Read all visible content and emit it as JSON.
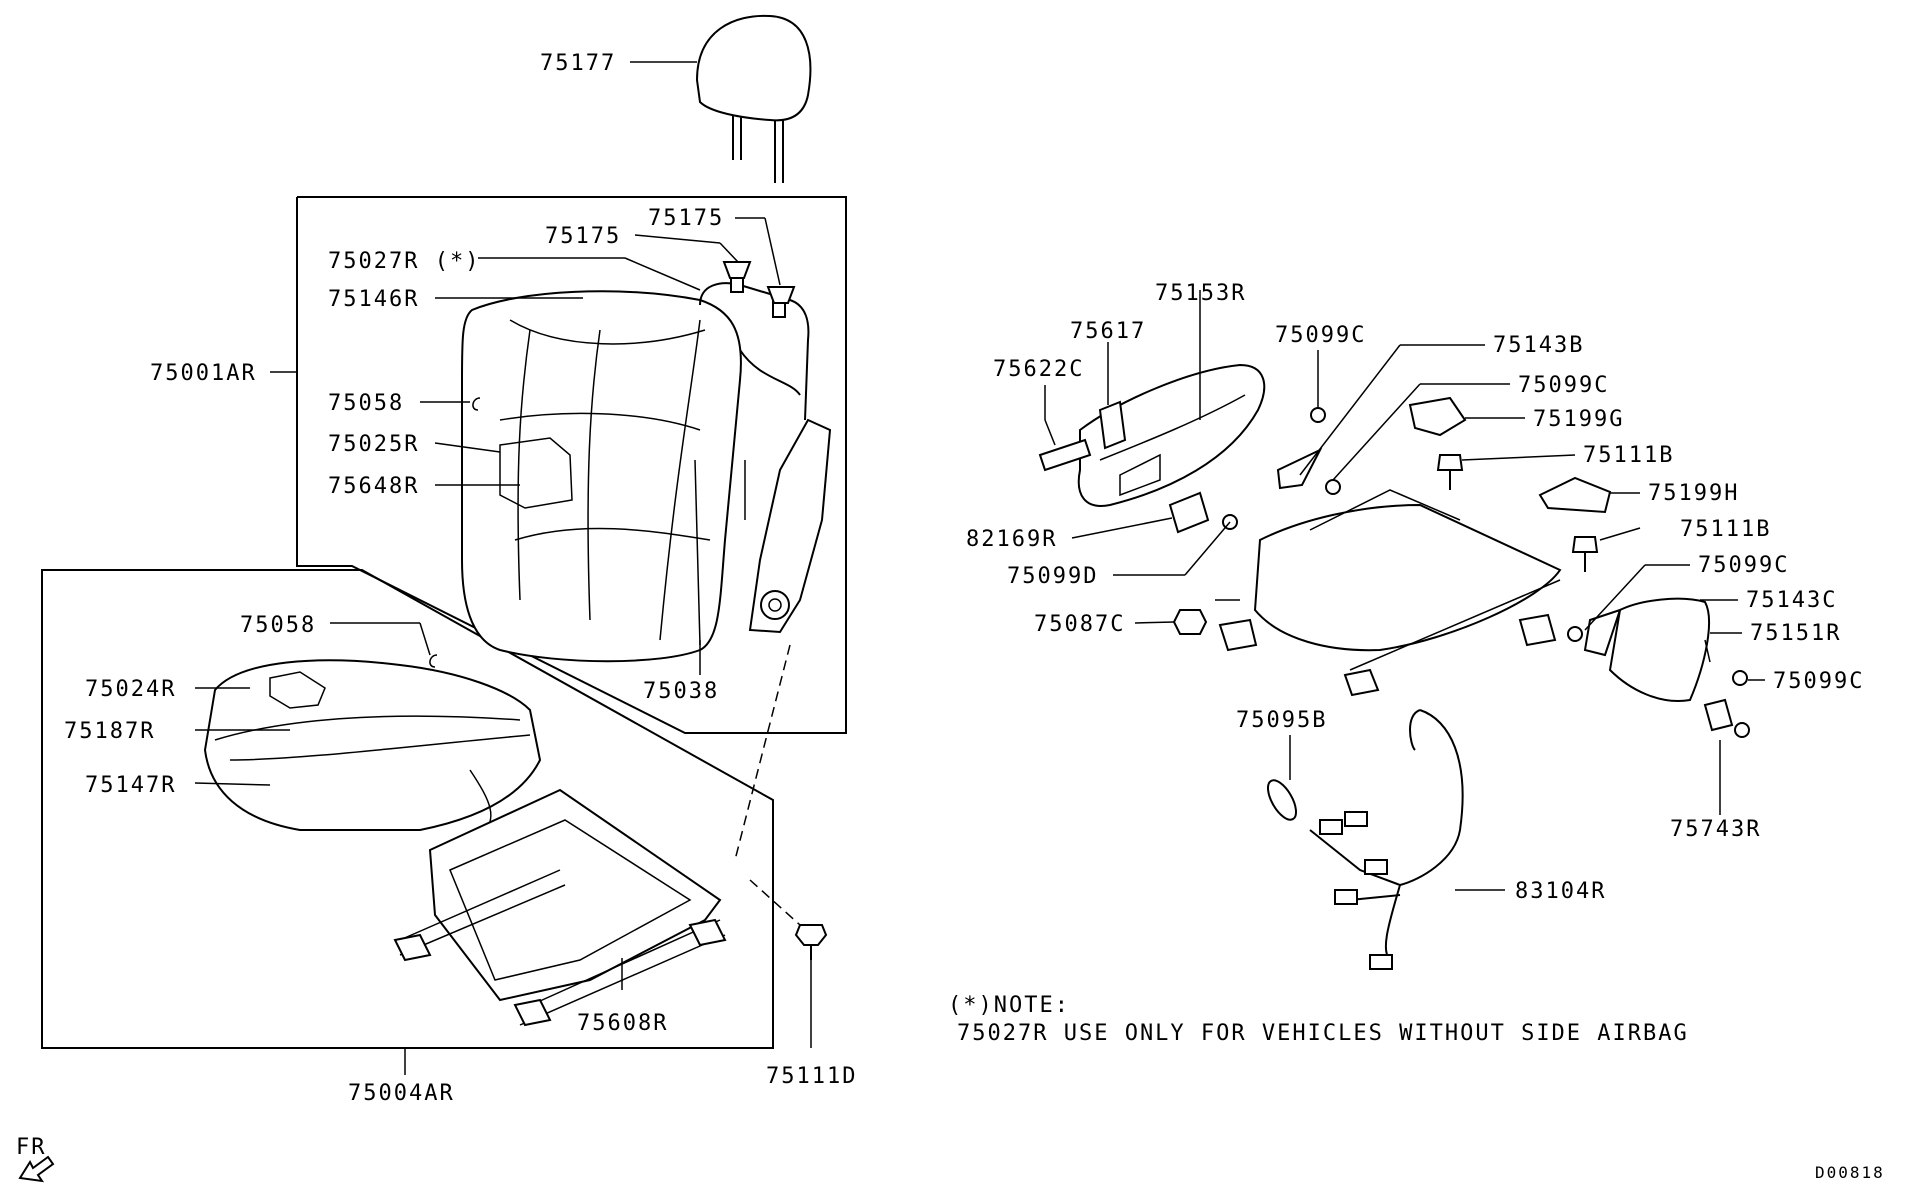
{
  "diagram_code": "D00818",
  "orientation": {
    "label": "FR"
  },
  "assemblies": {
    "seatback": {
      "label": "75001AR"
    },
    "seat_cushion": {
      "label": "75004AR"
    }
  },
  "callouts": [
    {
      "id": "c1",
      "label": "75177"
    },
    {
      "id": "c2",
      "label": "75175"
    },
    {
      "id": "c3",
      "label": "75175"
    },
    {
      "id": "c4",
      "label": "75027R (*)"
    },
    {
      "id": "c5",
      "label": "75146R"
    },
    {
      "id": "c6",
      "label": "75058"
    },
    {
      "id": "c7",
      "label": "75025R"
    },
    {
      "id": "c8",
      "label": "75648R"
    },
    {
      "id": "c9",
      "label": "75038"
    },
    {
      "id": "c10",
      "label": "75058"
    },
    {
      "id": "c11",
      "label": "75024R"
    },
    {
      "id": "c12",
      "label": "75187R"
    },
    {
      "id": "c13",
      "label": "75147R"
    },
    {
      "id": "c14",
      "label": "75608R"
    },
    {
      "id": "c15",
      "label": "75111D"
    },
    {
      "id": "c16",
      "label": "75153R"
    },
    {
      "id": "c17",
      "label": "75617"
    },
    {
      "id": "c18",
      "label": "75622C"
    },
    {
      "id": "c19",
      "label": "75099C"
    },
    {
      "id": "c20",
      "label": "75143B"
    },
    {
      "id": "c21",
      "label": "75099C"
    },
    {
      "id": "c22",
      "label": "75199G"
    },
    {
      "id": "c23",
      "label": "75111B"
    },
    {
      "id": "c24",
      "label": "75199H"
    },
    {
      "id": "c25",
      "label": "75111B"
    },
    {
      "id": "c26",
      "label": "82169R"
    },
    {
      "id": "c27",
      "label": "75099D"
    },
    {
      "id": "c28",
      "label": "75087C"
    },
    {
      "id": "c29",
      "label": "75099C"
    },
    {
      "id": "c30",
      "label": "75143C"
    },
    {
      "id": "c31",
      "label": "75151R"
    },
    {
      "id": "c32",
      "label": "75099C"
    },
    {
      "id": "c33",
      "label": "75095B"
    },
    {
      "id": "c34",
      "label": "75743R"
    },
    {
      "id": "c35",
      "label": "83104R"
    }
  ],
  "note": {
    "heading": "(*)NOTE:",
    "text": "75027R USE ONLY FOR VEHICLES WITHOUT SIDE AIRBAG"
  }
}
